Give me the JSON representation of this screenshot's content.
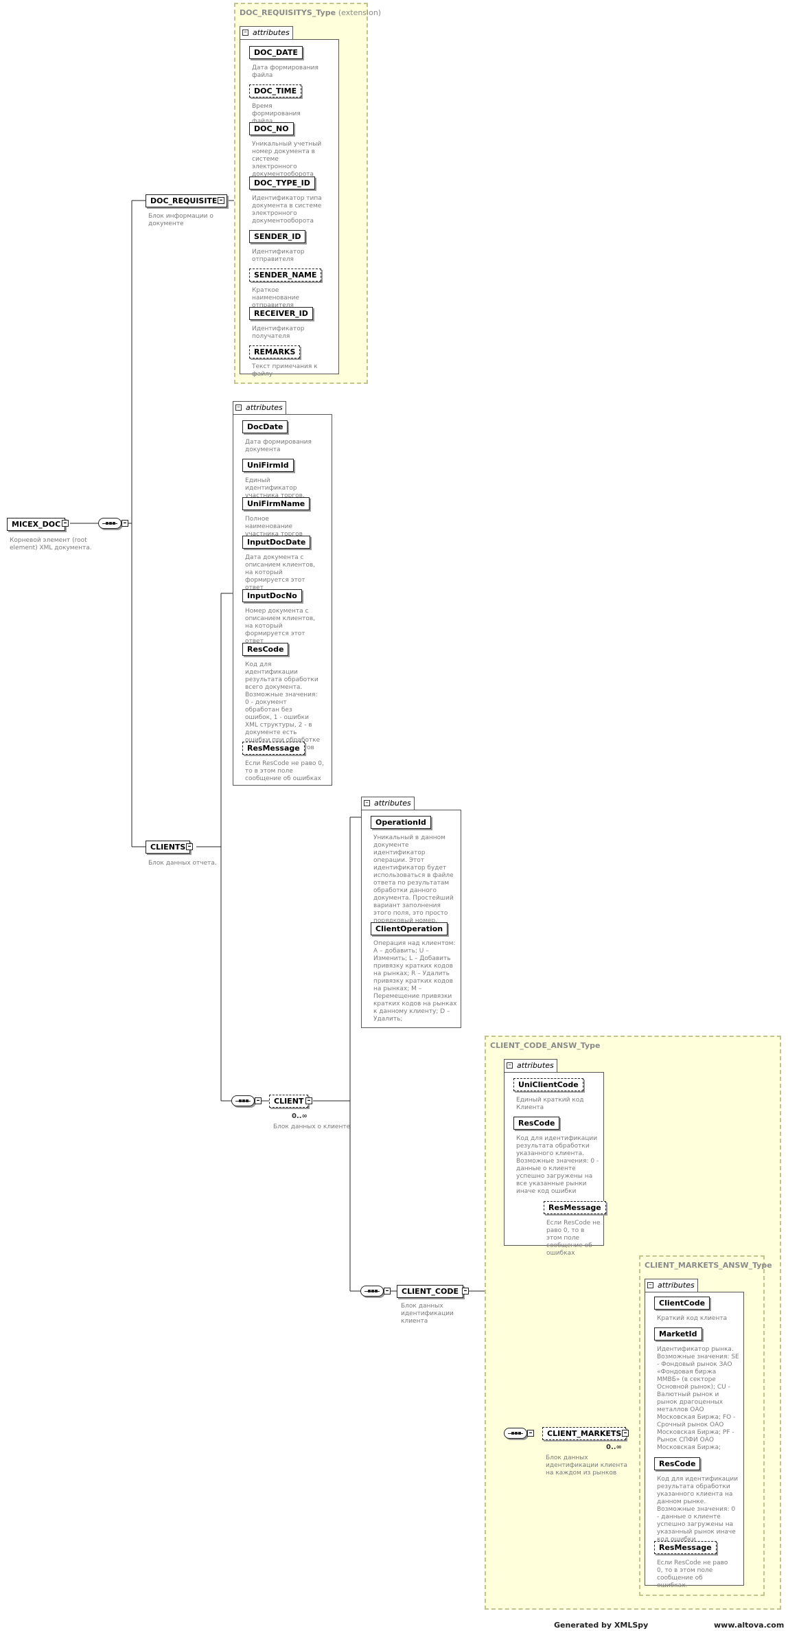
{
  "root": {
    "name": "MICEX_DOC",
    "desc": "Корневой элемент (root element) XML документа."
  },
  "attributes_label": "attributes",
  "doc_requisites": {
    "type_name": "DOC_REQUISITYS_Type",
    "type_suffix": "(extension)",
    "name": "DOC_REQUISITES",
    "desc": "Блок информации о документе",
    "attrs": [
      {
        "name": "DOC_DATE",
        "desc": "Дата формирования файла"
      },
      {
        "name": "DOC_TIME",
        "desc": "Время формирования файла"
      },
      {
        "name": "DOC_NO",
        "desc": "Уникальный учетный номер документа в системе электронного документооборота"
      },
      {
        "name": "DOC_TYPE_ID",
        "desc": "Идентификатор типа документа в системе электронного документооборота"
      },
      {
        "name": "SENDER_ID",
        "desc": "Идентификатор отправителя"
      },
      {
        "name": "SENDER_NAME",
        "desc": "Краткое наименование отправителя"
      },
      {
        "name": "RECEIVER_ID",
        "desc": "Идентификатор получателя"
      },
      {
        "name": "REMARKS",
        "desc": "Текст примечания к файлу"
      }
    ]
  },
  "clients": {
    "name": "CLIENTS",
    "desc": "Блок данных отчета.",
    "attrs": [
      {
        "name": "DocDate",
        "desc": "Дата формирования документа"
      },
      {
        "name": "UniFirmId",
        "desc": "Единый идентификатор участника торгов."
      },
      {
        "name": "UniFirmName",
        "desc": "Полное наименование участника торгов"
      },
      {
        "name": "InputDocDate",
        "desc": "Дата документа с описанием клиентов, на который формируется этот ответ"
      },
      {
        "name": "InputDocNo",
        "desc": "Номер документа с описанием клиентов, на который формируется этот ответ"
      },
      {
        "name": "ResCode",
        "desc": "Код для идентификации результата обработки всего документа. Возможные значения: 0 - документ обработан без ошибок, 1 - ошибки XML структуры, 2 - в документе есть ошибки при обработке каких-либо клиентов"
      },
      {
        "name": "ResMessage",
        "desc": "Если ResCode не раво 0, то в этом поле сообщение об ошибках"
      }
    ]
  },
  "client": {
    "name": "CLIENT",
    "cardinality": "0..∞",
    "desc": "Блок данных о клиенте",
    "attrs": [
      {
        "name": "OperationId",
        "desc": "Уникальный в данном документе идентификатор операции. Этот идентификатор будет использоваться в файле ответа по результатам обработки данного документа. Простейший вариант заполнения этого поля, это просто порядковый номер."
      },
      {
        "name": "ClientOperation",
        "desc": "Операция над клиентом: A – добавить; U – Изменить; L – Добавить привязку кратких кодов на рынках; R – Удалить привязку кратких кодов на рынках; M – Перемещение привязки кратких кодов на рынках к данному клиенту; D – Удалить;"
      }
    ]
  },
  "client_code": {
    "type_name": "CLIENT_CODE_ANSW_Type",
    "name": "CLIENT_CODE",
    "desc": "Блок данных идентификации клиента",
    "attrs": [
      {
        "name": "UniClientCode",
        "desc": "Единый краткий код Клиента"
      },
      {
        "name": "ResCode",
        "desc": "Код для идентификации результата обработки указанного клиента. Возможные значения: 0 - данные о клиенте успешно загружены на все указанные рынки иначе код ошибки"
      },
      {
        "name": "ResMessage",
        "desc": "Если ResCode не раво 0, то в этом поле сообщение об ошибках"
      }
    ]
  },
  "client_markets": {
    "type_name": "CLIENT_MARKETS_ANSW_Type",
    "name": "CLIENT_MARKETS",
    "cardinality": "0..∞",
    "desc": "Блок данных идентификации клиента на каждом из рынков",
    "attrs": [
      {
        "name": "ClientCode",
        "desc": "Краткий код клиента"
      },
      {
        "name": "MarketId",
        "desc": "Идентификатор рынка. Возможные значения: SE - Фондовый рынок ЗАО «Фондовая биржа ММВБ» (в секторе Основной рынок); CU - Валютный рынок и рынок драгоценных металлов ОАО Московская Биржа; FO - Срочный рынок ОАО Московская Биржа; PF - Рынок СПФИ ОАО Московская Биржа;"
      },
      {
        "name": "ResCode",
        "desc": "Код для идентификации результата обработки указанного клиента на данном рынке. Возможные значения: 0 - данные о клиенте успешно загружены на указанный рынок иначе код ошибки"
      },
      {
        "name": "ResMessage",
        "desc": "Если ResCode не раво 0, то в этом поле сообщение об ошибках."
      }
    ]
  },
  "footer": {
    "generated": "Generated by XMLSpy",
    "site": "www.altova.com"
  }
}
